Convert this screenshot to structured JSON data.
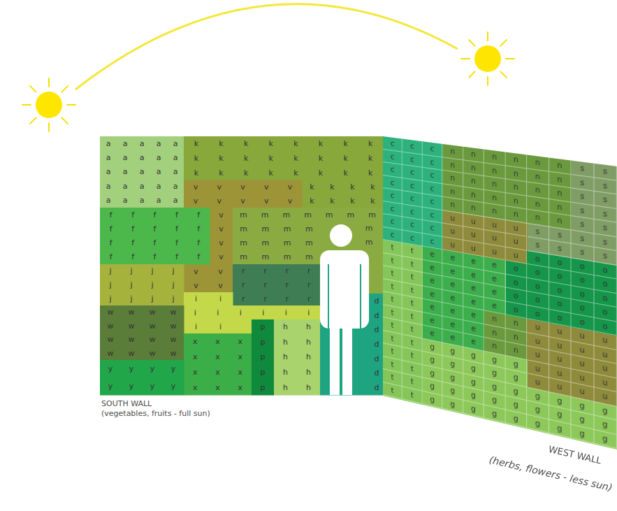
{
  "diagram": {
    "nodes": [
      {
        "text": [
          "SOUTH WALL",
          "(vegetables, fruits - full sun)"
        ]
      },
      {
        "text": [
          "a",
          "a",
          "a",
          "a",
          "a",
          "a",
          "a",
          "a",
          "a",
          "a",
          "a",
          "a",
          "a",
          "a",
          "a",
          "a",
          "a",
          "a",
          "a",
          "a",
          "a",
          "a",
          "a",
          "a",
          "a"
        ],
        "in": 0
      },
      {
        "text": [
          "k",
          "k",
          "k",
          "k",
          "k",
          "k",
          "k",
          "k",
          "k",
          "k",
          "k",
          "k",
          "k",
          "k",
          "k",
          "k",
          "k",
          "k",
          "k",
          "k",
          "k",
          "k",
          "k",
          "k",
          "k",
          "k",
          "k",
          "k",
          "k",
          "k",
          "k",
          "k"
        ],
        "in": 0
      },
      {
        "text": [
          "v",
          "v",
          "v",
          "v",
          "v",
          "v",
          "v",
          "v",
          "v",
          "v",
          "v",
          "v",
          "v",
          "v",
          "v",
          "v",
          "v",
          "v"
        ],
        "in": 0
      },
      {
        "text": [
          "f",
          "f",
          "f",
          "f",
          "f",
          "f",
          "f",
          "f",
          "f",
          "f",
          "f",
          "f",
          "f",
          "f",
          "f",
          "f",
          "f",
          "f",
          "f",
          "f"
        ],
        "in": 0
      },
      {
        "text": [
          "m",
          "m",
          "m",
          "m",
          "m",
          "m",
          "m",
          "m",
          "m",
          "m",
          "m",
          "m",
          "m",
          "m",
          "m",
          "m",
          "m",
          "m",
          "m",
          "m",
          "m"
        ],
        "in": 0
      },
      {
        "text": [
          "j",
          "j",
          "j",
          "j",
          "j",
          "j",
          "j",
          "j",
          "j",
          "j",
          "j",
          "j"
        ],
        "in": 0
      },
      {
        "text": [
          "r",
          "r",
          "r",
          "r",
          "r",
          "r",
          "r",
          "r",
          "r",
          "r",
          "r",
          "r"
        ],
        "in": 0
      },
      {
        "text": [
          "i",
          "i",
          "i",
          "i",
          "i",
          "i",
          "i",
          "i",
          "i",
          "i"
        ],
        "in": 0
      },
      {
        "text": [
          "w",
          "w",
          "w",
          "w",
          "w",
          "w",
          "w",
          "w",
          "w",
          "w",
          "w",
          "w",
          "w",
          "w",
          "w",
          "w"
        ],
        "in": 0
      },
      {
        "text": [
          "x",
          "x",
          "x",
          "x",
          "x",
          "x",
          "x",
          "x",
          "x",
          "x",
          "x",
          "x"
        ],
        "in": 0
      },
      {
        "text": [
          "p",
          "p",
          "p",
          "p",
          "p"
        ],
        "in": 0
      },
      {
        "text": [
          "h",
          "h",
          "h",
          "h",
          "h",
          "h",
          "h",
          "h",
          "h",
          "h"
        ],
        "in": 0
      },
      {
        "text": [
          "d",
          "d",
          "d",
          "d",
          "d",
          "d",
          "d"
        ],
        "in": 0
      },
      {
        "text": [
          "y",
          "y",
          "y",
          "y",
          "y",
          "y",
          "y",
          "y"
        ],
        "in": 0
      },
      {
        "text": [
          "WEST WALL",
          "(herbs, flowers - less sun)"
        ]
      },
      {
        "text": [
          "c",
          "c",
          "c",
          "c",
          "c",
          "c",
          "c",
          "c",
          "c",
          "c",
          "c",
          "c",
          "c",
          "c",
          "c",
          "c",
          "c",
          "c",
          "c",
          "c",
          "c",
          "c",
          "c",
          "c"
        ],
        "in": 15
      },
      {
        "text": [
          "n",
          "n",
          "n",
          "n",
          "n",
          "n",
          "n",
          "n",
          "n",
          "n",
          "n",
          "n",
          "n",
          "n",
          "n",
          "n",
          "n",
          "n",
          "n",
          "n",
          "n",
          "n",
          "n",
          "n",
          "n",
          "n",
          "n",
          "n",
          "n",
          "n"
        ],
        "in": 15
      },
      {
        "text": [
          "s",
          "s",
          "s",
          "s",
          "s",
          "s",
          "s",
          "s",
          "s",
          "s",
          "s",
          "s",
          "s",
          "s",
          "s",
          "s",
          "s",
          "s"
        ],
        "in": 15
      },
      {
        "text": [
          "u",
          "u",
          "u",
          "u",
          "u",
          "u",
          "u",
          "u",
          "u",
          "u",
          "u",
          "u"
        ],
        "in": 15
      },
      {
        "text": [
          "o",
          "o",
          "o",
          "o",
          "o",
          "o",
          "o",
          "o",
          "o",
          "o",
          "o",
          "o",
          "o",
          "o",
          "o",
          "o",
          "o",
          "o",
          "o",
          "o",
          "o",
          "o",
          "o",
          "o"
        ],
        "in": 15
      },
      {
        "text": [
          "t",
          "t",
          "t",
          "t",
          "t",
          "t",
          "t",
          "t",
          "t",
          "t",
          "t",
          "t",
          "t",
          "t",
          "t",
          "t",
          "t",
          "t",
          "t",
          "t",
          "t",
          "t",
          "t",
          "t"
        ],
        "in": 15
      },
      {
        "text": [
          "e",
          "e",
          "e",
          "e",
          "e",
          "e",
          "e",
          "e",
          "e",
          "e",
          "e",
          "e",
          "e",
          "e",
          "e",
          "e",
          "e",
          "e",
          "e",
          "e",
          "e",
          "e",
          "e",
          "e",
          "e"
        ],
        "in": 15
      },
      {
        "text": [
          "n",
          "n",
          "n",
          "n",
          "n",
          "n"
        ],
        "in": 15
      },
      {
        "text": [
          "u",
          "u",
          "u",
          "u",
          "u",
          "u",
          "u",
          "u",
          "u",
          "u",
          "u",
          "u",
          "u",
          "u",
          "u",
          "u",
          "u",
          "u",
          "u",
          "u"
        ],
        "in": 15
      },
      {
        "text": [
          "g",
          "g",
          "g",
          "g",
          "g",
          "g",
          "g",
          "g",
          "g",
          "g",
          "g",
          "g",
          "g",
          "g",
          "g",
          "g",
          "g",
          "g",
          "g",
          "g",
          "g",
          "g",
          "g",
          "g",
          "g",
          "g",
          "g",
          "g",
          "g",
          "g",
          "g",
          "g",
          "g",
          "g",
          "g",
          "g",
          "g"
        ],
        "in": 15
      }
    ]
  }
}
